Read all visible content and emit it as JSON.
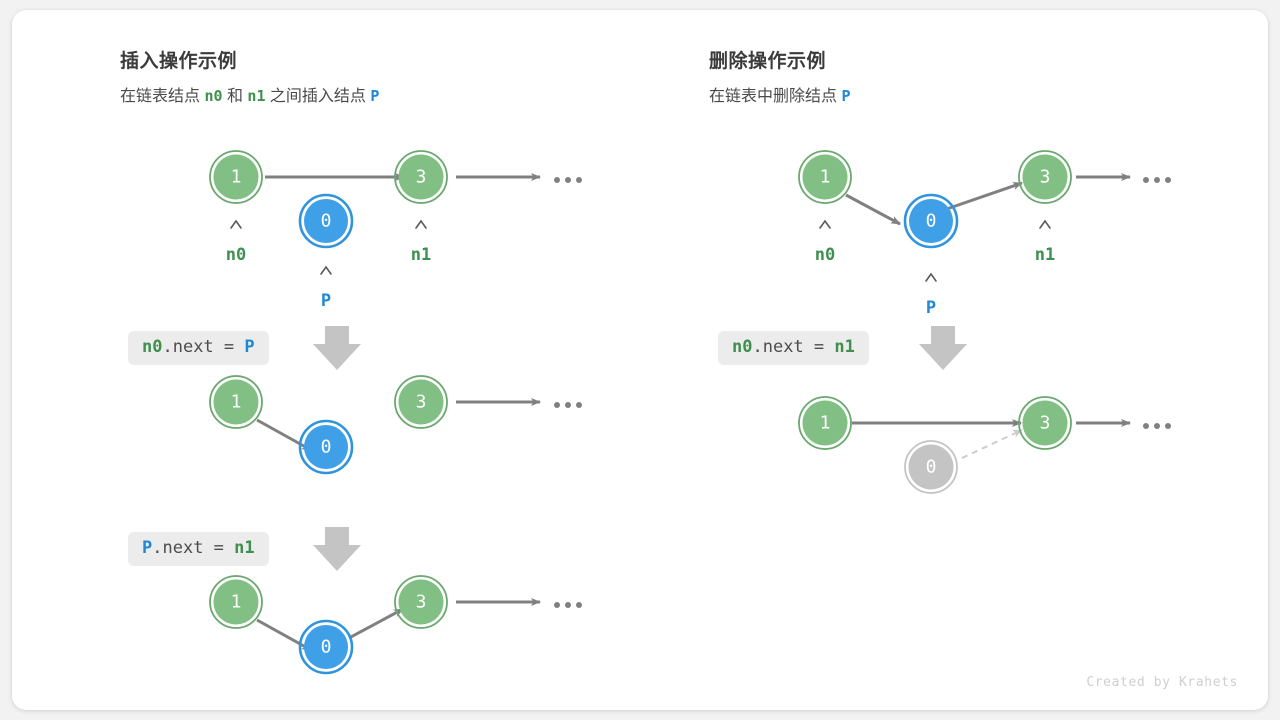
{
  "credit": "Created by Krahets",
  "colors": {
    "node_green_fill": "#82bf84",
    "node_green_ring": "#6aa86d",
    "node_blue_fill": "#3fa0e8",
    "node_blue_ring": "#2f93dd",
    "node_gray_fill": "#c4c4c4",
    "node_gray_ring": "#c4c4c4",
    "arrow_gray": "#808080",
    "label_green": "#3f8f4f",
    "label_blue": "#1e88d6",
    "chip_bg": "#ececec",
    "card_bg": "#ffffff",
    "page_bg": "#f2f2f2"
  },
  "left_panel": {
    "title": "插入操作示例",
    "subtitle_parts": [
      {
        "text": "在链表结点 ",
        "style": "plain"
      },
      {
        "text": "n0",
        "style": "green-mono"
      },
      {
        "text": " 和 ",
        "style": "plain"
      },
      {
        "text": "n1",
        "style": "green-mono"
      },
      {
        "text": " 之间插入结点 ",
        "style": "plain"
      },
      {
        "text": "P",
        "style": "blue-mono"
      }
    ],
    "steps": [
      {
        "code_parts": [
          {
            "text": "n0",
            "style": "green-bold"
          },
          {
            "text": ".next = ",
            "style": "plain"
          },
          {
            "text": "P",
            "style": "blue-bold"
          }
        ]
      },
      {
        "code_parts": [
          {
            "text": "P",
            "style": "blue-bold"
          },
          {
            "text": ".next = ",
            "style": "plain"
          },
          {
            "text": "n1",
            "style": "green-bold"
          }
        ]
      }
    ],
    "rows": [
      {
        "name": "initial-state",
        "nodes": [
          {
            "value": "1",
            "color": "green",
            "label": "n0",
            "label_color": "green"
          },
          {
            "value": "0",
            "color": "blue",
            "label": "P",
            "label_color": "blue"
          },
          {
            "value": "3",
            "color": "green",
            "label": "n1",
            "label_color": "green"
          }
        ],
        "ellipsis": "•••"
      },
      {
        "name": "after-n0-next-p",
        "nodes": [
          {
            "value": "1",
            "color": "green"
          },
          {
            "value": "0",
            "color": "blue"
          },
          {
            "value": "3",
            "color": "green"
          }
        ],
        "ellipsis": "•••"
      },
      {
        "name": "after-p-next-n1",
        "nodes": [
          {
            "value": "1",
            "color": "green"
          },
          {
            "value": "0",
            "color": "blue"
          },
          {
            "value": "3",
            "color": "green"
          }
        ],
        "ellipsis": "•••"
      }
    ]
  },
  "right_panel": {
    "title": "删除操作示例",
    "subtitle_parts": [
      {
        "text": "在链表中删除结点 ",
        "style": "plain"
      },
      {
        "text": "P",
        "style": "blue-mono"
      }
    ],
    "steps": [
      {
        "code_parts": [
          {
            "text": "n0",
            "style": "green-bold"
          },
          {
            "text": ".next = ",
            "style": "plain"
          },
          {
            "text": "n1",
            "style": "green-bold"
          }
        ]
      }
    ],
    "rows": [
      {
        "name": "initial-state",
        "nodes": [
          {
            "value": "1",
            "color": "green",
            "label": "n0",
            "label_color": "green"
          },
          {
            "value": "0",
            "color": "blue",
            "label": "P",
            "label_color": "blue"
          },
          {
            "value": "3",
            "color": "green",
            "label": "n1",
            "label_color": "green"
          }
        ],
        "ellipsis": "•••"
      },
      {
        "name": "after-delete",
        "nodes": [
          {
            "value": "1",
            "color": "green"
          },
          {
            "value": "0",
            "color": "gray"
          },
          {
            "value": "3",
            "color": "green"
          }
        ],
        "ellipsis": "•••"
      }
    ]
  }
}
